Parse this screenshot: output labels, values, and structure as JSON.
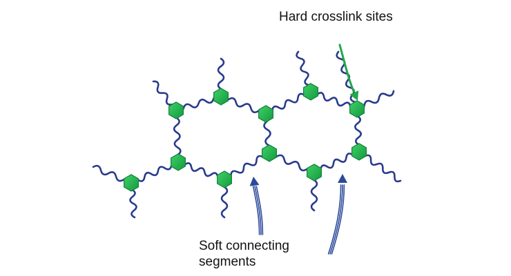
{
  "labels": {
    "hard_sites": "Hard crosslink sites",
    "soft_segments_line1": "Soft connecting",
    "soft_segments_line2": "segments"
  },
  "colors": {
    "chain": "#283a8c",
    "hard_site_fill": "#21b34a",
    "hard_site_stroke": "#15803a",
    "hard_arrow": "#22a84a",
    "soft_arrow": "#2c4a9a"
  },
  "icons": {
    "hard_site": "hexagon-icon",
    "arrow": "arrow-icon"
  }
}
